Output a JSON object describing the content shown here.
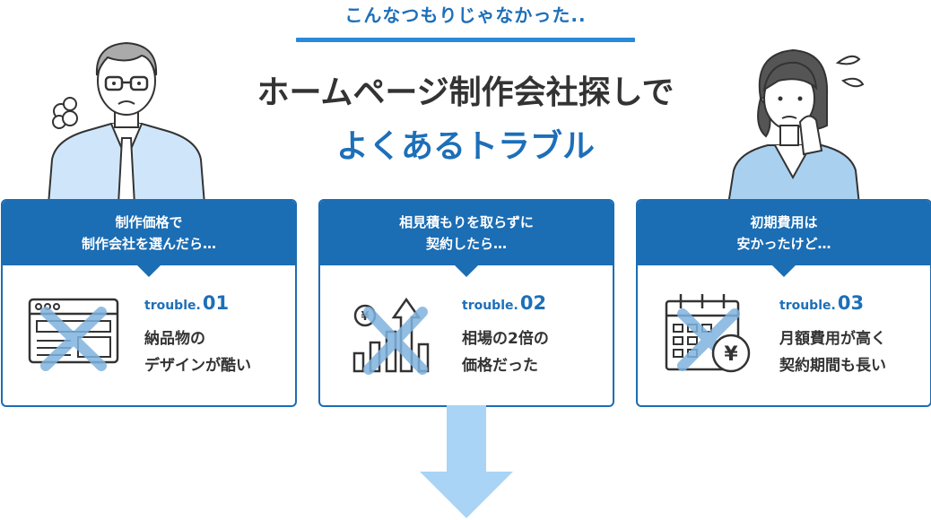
{
  "header": {
    "subtitle": "こんなつもりじゃなかった..",
    "headline_line1": "ホームページ制作会社探しで",
    "headline_line2": "よくあるトラブル"
  },
  "colors": {
    "primary": "#1b6db4",
    "accent": "#2a8ad8",
    "light_blue": "#a9d4f5",
    "text": "#333333"
  },
  "cards": [
    {
      "head_line1": "制作価格で",
      "head_line2": "制作会社を選んだら…",
      "trouble_label": "trouble.",
      "trouble_num": "01",
      "desc_line1": "納品物の",
      "desc_line2": "デザインが酷い",
      "icon": "browser-window-icon"
    },
    {
      "head_line1": "相見積もりを取らずに",
      "head_line2": "契約したら…",
      "trouble_label": "trouble.",
      "trouble_num": "02",
      "desc_line1": "相場の2倍の",
      "desc_line2": "価格だった",
      "icon": "rising-price-chart-icon",
      "icon_symbol": "¥"
    },
    {
      "head_line1": "初期費用は",
      "head_line2": "安かったけど…",
      "trouble_label": "trouble.",
      "trouble_num": "03",
      "desc_line1": "月額費用が高く",
      "desc_line2": "契約期間も長い",
      "icon": "calendar-yen-icon",
      "icon_symbol": "¥"
    }
  ],
  "illustrations": {
    "left": "worried-businessman-icon",
    "right": "worried-businesswoman-icon"
  },
  "footer_arrow": "down-arrow-icon"
}
